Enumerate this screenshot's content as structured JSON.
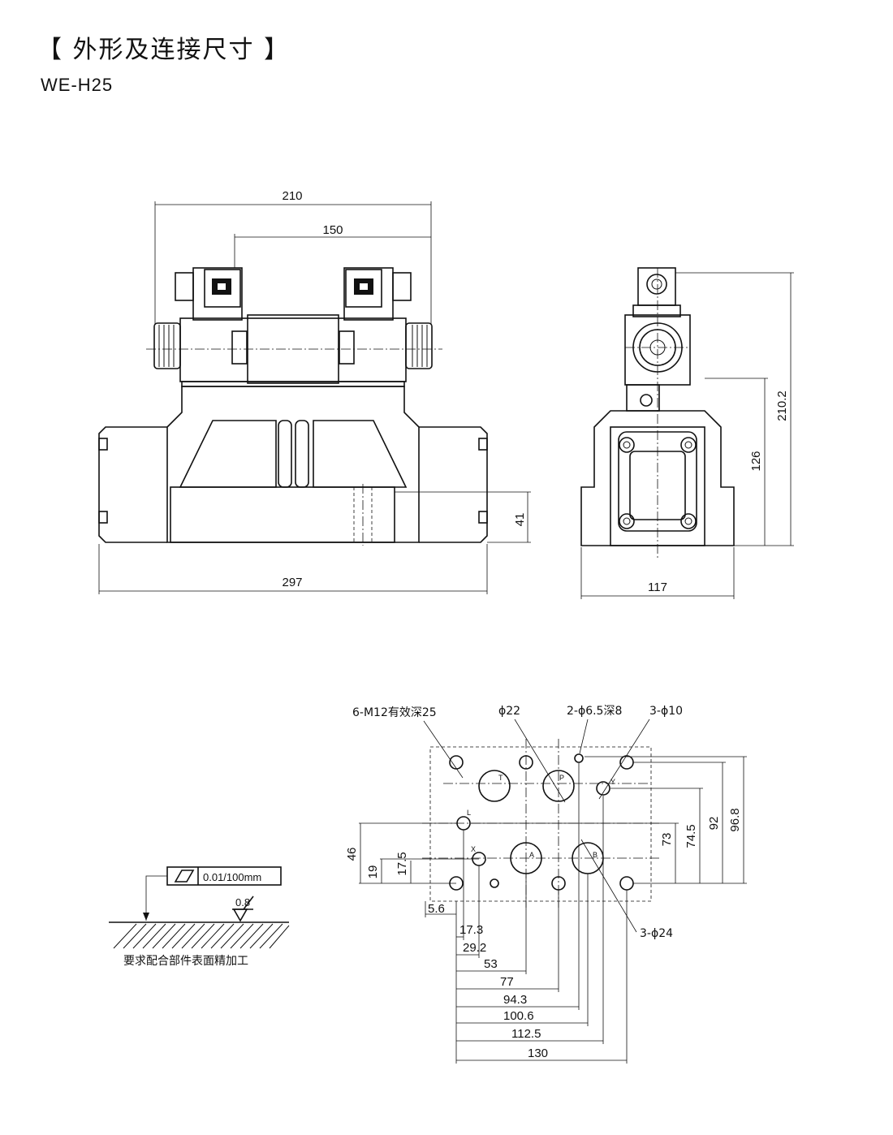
{
  "header": {
    "title": "【 外形及连接尺寸 】",
    "model": "WE-H25"
  },
  "front_view": {
    "dim_total_width": "210",
    "dim_coil_span": "150",
    "dim_body_length": "297",
    "dim_height": "41"
  },
  "side_view": {
    "dim_total_height": "210.2",
    "dim_body_height": "126",
    "dim_width": "117"
  },
  "surface": {
    "tolerance": "0.01/100mm",
    "roughness": "0.8",
    "note": "要求配合部件表面精加工"
  },
  "mounting_face": {
    "callouts": {
      "threads": "6-M12有效深25",
      "port_dia": "ϕ22",
      "pin_holes": "2-ϕ6.5深8",
      "small_ports": "3-ϕ10",
      "large_ports": "3-ϕ24"
    },
    "ports": [
      "T",
      "P",
      "Y",
      "L",
      "X",
      "A",
      "B"
    ],
    "vertical_dims": [
      "46",
      "19",
      "17.5",
      "73",
      "74.5",
      "92",
      "96.8"
    ],
    "horizontal_dims": [
      "5.6",
      "17.3",
      "29.2",
      "53",
      "77",
      "94.3",
      "100.6",
      "112.5",
      "130"
    ]
  }
}
